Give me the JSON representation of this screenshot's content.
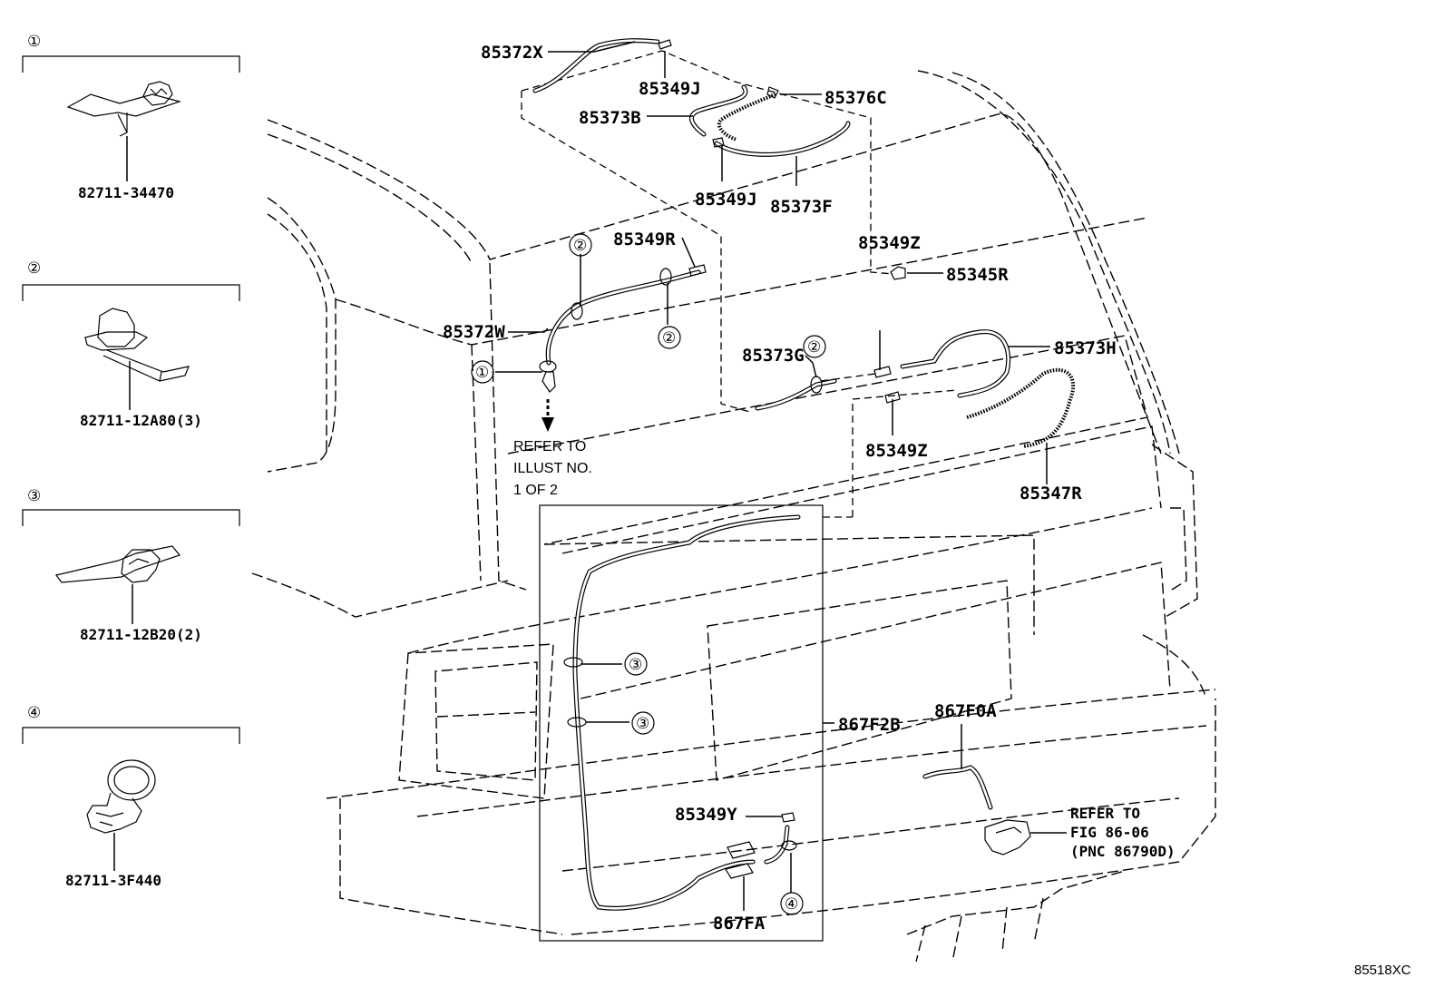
{
  "legend": [
    {
      "number": "①",
      "part": "82711-34470"
    },
    {
      "number": "②",
      "part": "82711-12A80(3)"
    },
    {
      "number": "③",
      "part": "82711-12B20(2)"
    },
    {
      "number": "④",
      "part": "82711-3F440"
    }
  ],
  "callouts": {
    "c85372X": "85372X",
    "c85349J_top": "85349J",
    "c85376C": "85376C",
    "c85373B": "85373B",
    "c85349J_mid": "85349J",
    "c85373F": "85373F",
    "c85349R": "85349R",
    "c85345R": "85345R",
    "c85372W": "85372W",
    "c85373G": "85373G",
    "c85349Z_top": "85349Z",
    "c85373H": "85373H",
    "c85349Z_bot": "85349Z",
    "c85347R": "85347R",
    "c867F2B": "867F2B",
    "c867F0A": "867F0A",
    "c85349Y": "85349Y",
    "c867FA": "867FA"
  },
  "clip_markers": {
    "m1": "①",
    "m2a": "②",
    "m2b": "②",
    "m2c": "②",
    "m3a": "③",
    "m3b": "③",
    "m4": "④"
  },
  "notes": {
    "refer_illust": [
      "REFER TO",
      "ILLUST NO.",
      "1 OF 2"
    ],
    "refer_fig": [
      "REFER TO",
      "FIG 86-06",
      "(PNC 86790D)"
    ]
  },
  "figure_id": "85518XC"
}
